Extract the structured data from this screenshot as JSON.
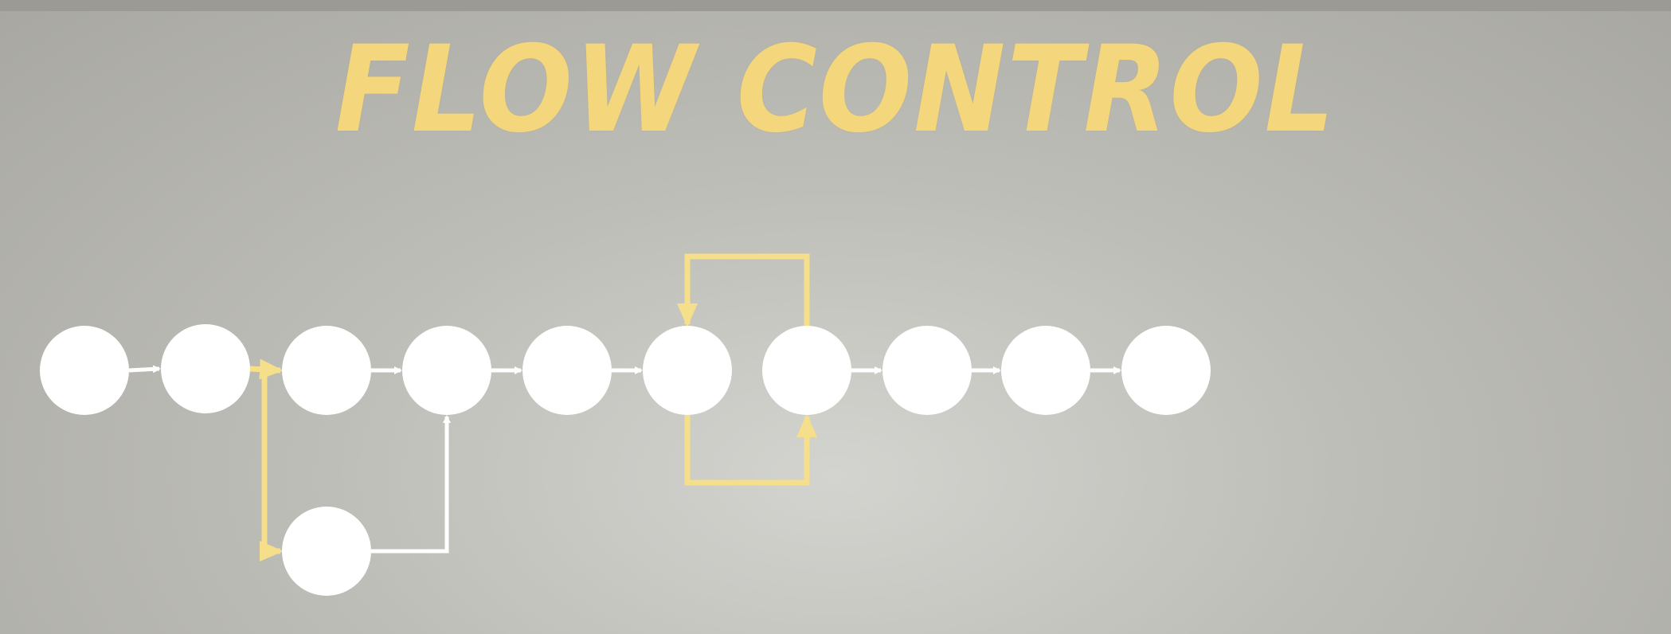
{
  "slide": {
    "title": "FLOW CONTROL"
  },
  "colors": {
    "node": "#ffffff",
    "edge_normal": "#ffffff",
    "edge_highlight": "#f6df8a",
    "title": "#f4d77d"
  },
  "diagram": {
    "nodes": [
      {
        "id": "n1"
      },
      {
        "id": "n2"
      },
      {
        "id": "n3"
      },
      {
        "id": "n4"
      },
      {
        "id": "n5"
      },
      {
        "id": "n6"
      },
      {
        "id": "n7"
      },
      {
        "id": "n8"
      },
      {
        "id": "n9"
      },
      {
        "id": "n10"
      },
      {
        "id": "branch"
      }
    ],
    "edges": [
      {
        "from": "n1",
        "to": "n2",
        "style": "normal"
      },
      {
        "from": "n2",
        "to": "n3",
        "style": "highlight"
      },
      {
        "from": "n2",
        "to": "branch",
        "style": "highlight"
      },
      {
        "from": "n3",
        "to": "n4",
        "style": "normal"
      },
      {
        "from": "branch",
        "to": "n4",
        "style": "normal"
      },
      {
        "from": "n4",
        "to": "n5",
        "style": "normal"
      },
      {
        "from": "n5",
        "to": "n6",
        "style": "normal"
      },
      {
        "from": "n6",
        "to": "n7",
        "style": "highlight"
      },
      {
        "from": "n7",
        "to": "n6",
        "style": "highlight"
      },
      {
        "from": "n7",
        "to": "n8",
        "style": "normal"
      },
      {
        "from": "n8",
        "to": "n9",
        "style": "normal"
      },
      {
        "from": "n9",
        "to": "n10",
        "style": "normal"
      }
    ]
  }
}
